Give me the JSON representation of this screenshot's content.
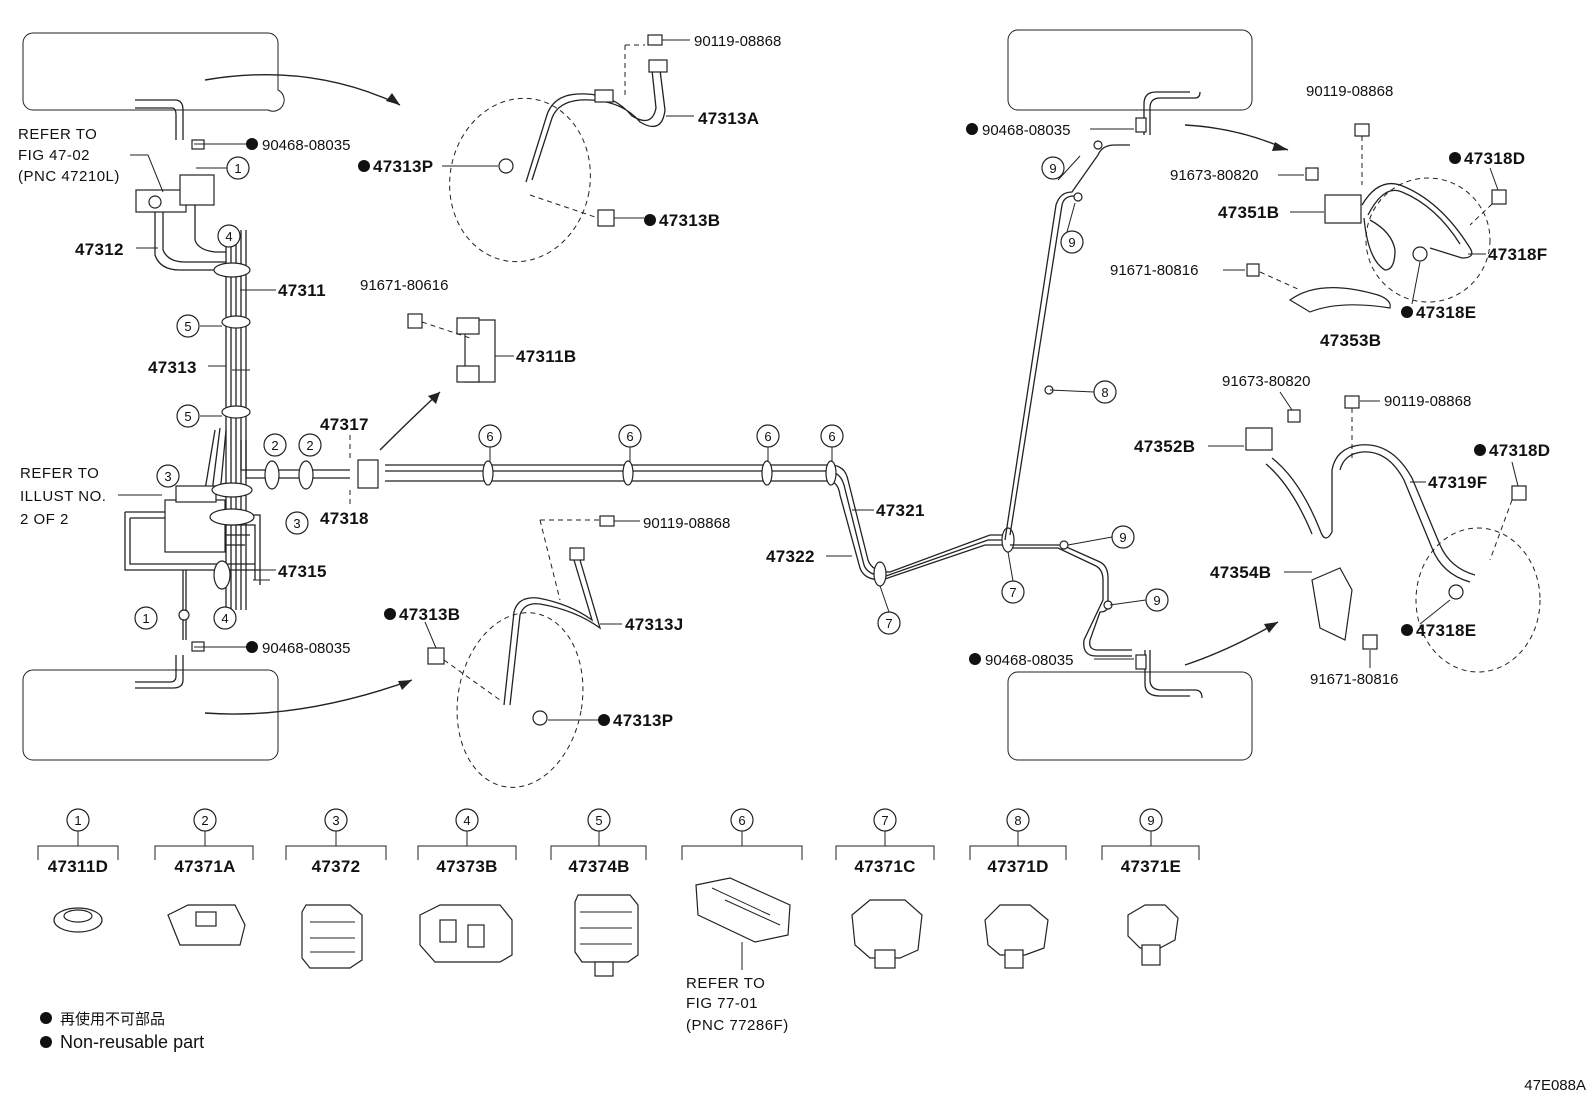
{
  "refer_47_02": [
    "REFER TO",
    "FIG 47-02",
    "(PNC 47210L)"
  ],
  "refer_illust": [
    "REFER TO",
    "ILLUST NO.",
    "2 OF 2"
  ],
  "refer_77_01": [
    "REFER TO",
    "FIG 77-01",
    "(PNC 77286F)"
  ],
  "labels": {
    "p90119_08868_a": "90119-08868",
    "p47313A": "47313A",
    "p90468_08035_a": "90468-08035",
    "p47313P_a": "47313P",
    "p47313B_a": "47313B",
    "p47312": "47312",
    "p47311": "47311",
    "p91671_80616": "91671-80616",
    "p47311B": "47311B",
    "p47313": "47313",
    "p47317": "47317",
    "p47318": "47318",
    "p47315": "47315",
    "p90468_08035_b": "90468-08035",
    "p47313B_b": "47313B",
    "p90119_08868_b": "90119-08868",
    "p47313J": "47313J",
    "p47313P_b": "47313P",
    "p47321": "47321",
    "p47322": "47322",
    "p90468_08035_c": "90468-08035",
    "p90468_08035_d": "90468-08035",
    "p90119_08868_c": "90119-08868",
    "p91673_80820_a": "91673-80820",
    "p47318D_a": "47318D",
    "p47351B": "47351B",
    "p47318F": "47318F",
    "p91671_80816_a": "91671-80816",
    "p47318E_a": "47318E",
    "p47353B": "47353B",
    "p91673_80820_b": "91673-80820",
    "p90119_08868_d": "90119-08868",
    "p47352B": "47352B",
    "p47318D_b": "47318D",
    "p47319F": "47319F",
    "p47354B": "47354B",
    "p47318E_b": "47318E",
    "p91671_80816_b": "91671-80816"
  },
  "legend_parts": [
    {
      "num": "1",
      "part": "47311D"
    },
    {
      "num": "2",
      "part": "47371A"
    },
    {
      "num": "3",
      "part": "47372"
    },
    {
      "num": "4",
      "part": "47373B"
    },
    {
      "num": "5",
      "part": "47374B"
    },
    {
      "num": "6",
      "part": ""
    },
    {
      "num": "7",
      "part": "47371C"
    },
    {
      "num": "8",
      "part": "47371D"
    },
    {
      "num": "9",
      "part": "47371E"
    }
  ],
  "notes": {
    "jp": "再使用不可部品",
    "en": "Non-reusable part"
  },
  "figure_code": "47E088A"
}
